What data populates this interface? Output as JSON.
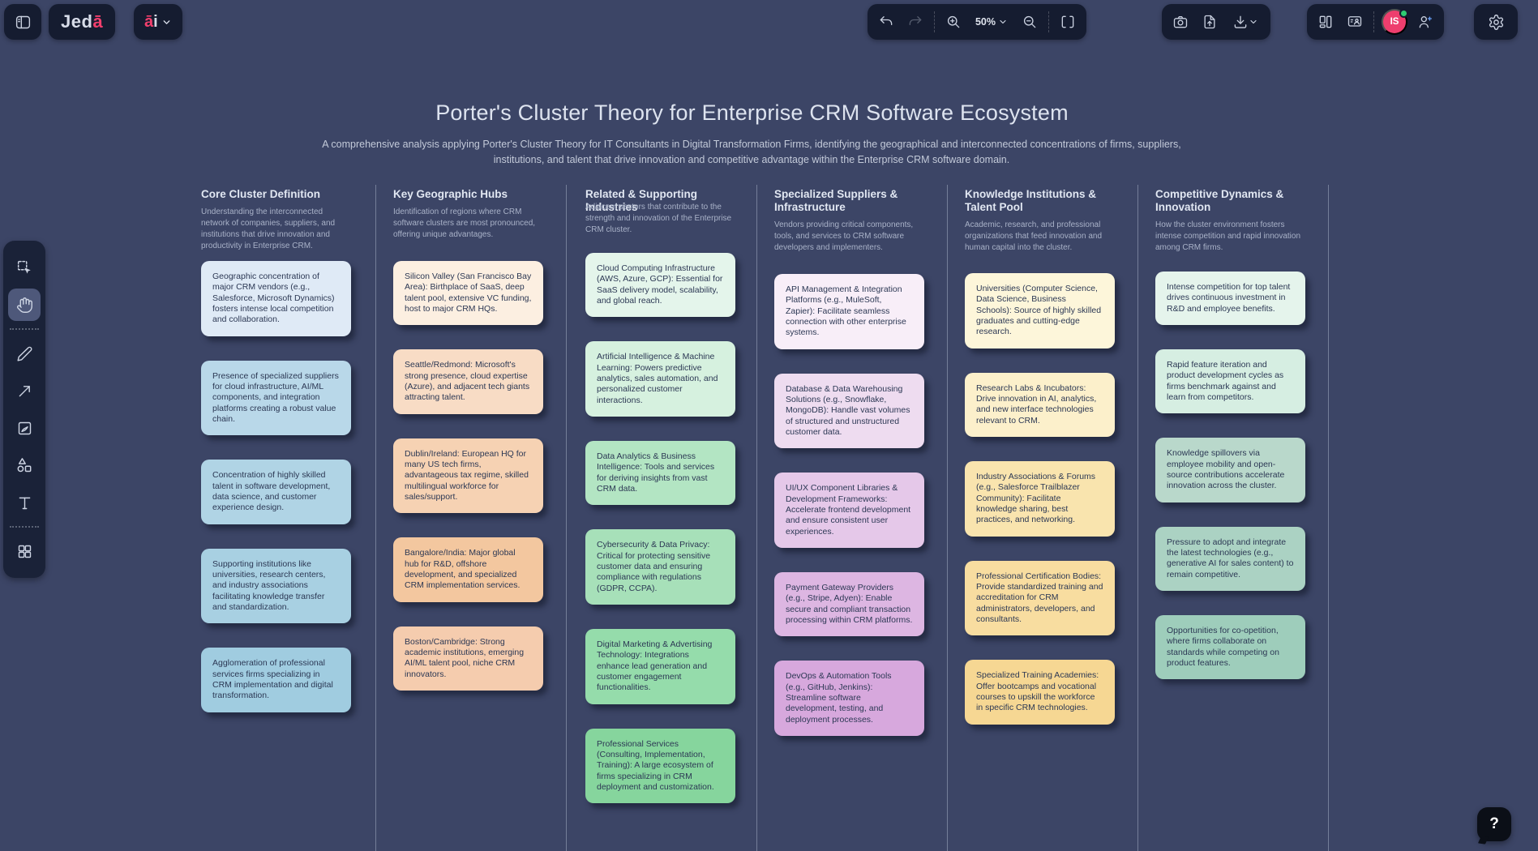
{
  "app": {
    "logo_main": "Jed",
    "logo_accent": "ā",
    "ai_accent": "ā",
    "ai_rest": "i"
  },
  "toolbar": {
    "zoom_level": "50%",
    "avatar_initials": "IS"
  },
  "help": {
    "label": "?"
  },
  "colors": {
    "canvas_bg": "#3c4566",
    "panel_bg": "#151c30",
    "accent_pink": "#f23f6d",
    "avatar_bg": "#ee3e6e",
    "online_dot": "#2ecc71"
  },
  "board": {
    "title": "Porter's Cluster Theory for Enterprise CRM Software Ecosystem",
    "subtitle": "A comprehensive analysis applying Porter's Cluster Theory for IT Consultants in Digital Transformation Firms, identifying the geographical and interconnected concentrations of firms, suppliers, institutions, and talent that drive innovation and competitive advantage within the Enterprise CRM software domain.",
    "columns": [
      {
        "title": "Core Cluster Definition",
        "description": "Understanding the interconnected network of companies, suppliers, and institutions that drive innovation and productivity in Enterprise CRM.",
        "notes": [
          {
            "text": "Geographic concentration of major CRM vendors (e.g., Salesforce, Microsoft Dynamics) fosters intense local competition and collaboration.",
            "color": "#dfeaf6"
          },
          {
            "text": "Presence of specialized suppliers for cloud infrastructure, AI/ML components, and integration platforms creating a robust value chain.",
            "color": "#b9d8e9"
          },
          {
            "text": "Concentration of highly skilled talent in software development, data science, and customer experience design.",
            "color": "#b0d4e5"
          },
          {
            "text": "Supporting institutions like universities, research centers, and industry associations facilitating knowledge transfer and standardization.",
            "color": "#a8d0e2"
          },
          {
            "text": "Agglomeration of professional services firms specializing in CRM implementation and digital transformation.",
            "color": "#a0cce0"
          }
        ]
      },
      {
        "title": "Key Geographic Hubs",
        "description": "Identification of regions where CRM software clusters are most pronounced, offering unique advantages.",
        "notes": [
          {
            "text": "Silicon Valley (San Francisco Bay Area): Birthplace of SaaS, deep talent pool, extensive VC funding, host to major CRM HQs.",
            "color": "#fcefe1"
          },
          {
            "text": "Seattle/Redmond: Microsoft's strong presence, cloud expertise (Azure), and adjacent tech giants attracting talent.",
            "color": "#f8dcc5"
          },
          {
            "text": "Dublin/Ireland: European HQ for many US tech firms, advantageous tax regime, skilled multilingual workforce for sales/support.",
            "color": "#f6d2b3"
          },
          {
            "text": "Bangalore/India: Major global hub for R&D, offshore development, and specialized CRM implementation services.",
            "color": "#f3c79f"
          },
          {
            "text": "Boston/Cambridge: Strong academic institutions, emerging AI/ML talent pool, niche CRM innovators.",
            "color": "#f5ccae"
          }
        ]
      },
      {
        "title": "Related & Supporting Industries",
        "description": "Adjacent sectors that contribute to the strength and innovation of the Enterprise CRM cluster.",
        "notes": [
          {
            "text": "Cloud Computing Infrastructure (AWS, Azure, GCP): Essential for SaaS delivery model, scalability, and global reach.",
            "color": "#e4f5eb"
          },
          {
            "text": "Artificial Intelligence & Machine Learning: Powers predictive analytics, sales automation, and personalized customer interactions.",
            "color": "#d6f1df"
          },
          {
            "text": "Data Analytics & Business Intelligence: Tools and services for deriving insights from vast CRM data.",
            "color": "#b3e5c3"
          },
          {
            "text": "Cybersecurity & Data Privacy: Critical for protecting sensitive customer data and ensuring compliance with regulations (GDPR, CCPA).",
            "color": "#a7e0b9"
          },
          {
            "text": "Digital Marketing & Advertising Technology: Integrations enhance lead generation and customer engagement functionalities.",
            "color": "#95dcab"
          },
          {
            "text": "Professional Services (Consulting, Implementation, Training): A large ecosystem of firms specializing in CRM deployment and customization.",
            "color": "#86d59d"
          }
        ]
      },
      {
        "title": "Specialized Suppliers & Infrastructure",
        "description": "Vendors providing critical components, tools, and services to CRM software developers and implementers.",
        "notes": [
          {
            "text": "API Management & Integration Platforms (e.g., MuleSoft, Zapier): Facilitate seamless connection with other enterprise systems.",
            "color": "#f8eef8"
          },
          {
            "text": "Database & Data Warehousing Solutions (e.g., Snowflake, MongoDB): Handle vast volumes of structured and unstructured customer data.",
            "color": "#eedcf0"
          },
          {
            "text": "UI/UX Component Libraries & Development Frameworks: Accelerate frontend development and ensure consistent user experiences.",
            "color": "#e5c8e9"
          },
          {
            "text": "Payment Gateway Providers (e.g., Stripe, Adyen): Enable secure and compliant transaction processing within CRM platforms.",
            "color": "#ddb6e2"
          },
          {
            "text": "DevOps & Automation Tools (e.g., GitHub, Jenkins): Streamline software development, testing, and deployment processes.",
            "color": "#d7a8dd"
          }
        ]
      },
      {
        "title": "Knowledge Institutions & Talent Pool",
        "description": "Academic, research, and professional organizations that feed innovation and human capital into the cluster.",
        "notes": [
          {
            "text": "Universities (Computer Science, Data Science, Business Schools): Source of highly skilled graduates and cutting-edge research.",
            "color": "#fdf6da"
          },
          {
            "text": "Research Labs & Incubators: Drive innovation in AI, analytics, and new interface technologies relevant to CRM.",
            "color": "#fcf0cb"
          },
          {
            "text": "Industry Associations & Forums (e.g., Salesforce Trailblazer Community): Facilitate knowledge sharing, best practices, and networking.",
            "color": "#f9e4ae"
          },
          {
            "text": "Professional Certification Bodies: Provide standardized training and accreditation for CRM administrators, developers, and consultants.",
            "color": "#f8dda0"
          },
          {
            "text": "Specialized Training Academies: Offer bootcamps and vocational courses to upskill the workforce in specific CRM technologies.",
            "color": "#f6d793"
          }
        ]
      },
      {
        "title": "Competitive Dynamics & Innovation",
        "description": "How the cluster environment fosters intense competition and rapid innovation among CRM firms.",
        "notes": [
          {
            "text": "Intense competition for top talent drives continuous investment in R&D and employee benefits.",
            "color": "#e5f4ec"
          },
          {
            "text": "Rapid feature iteration and product development cycles as firms benchmark against and learn from competitors.",
            "color": "#d6eee2"
          },
          {
            "text": "Knowledge spillovers via employee mobility and open-source contributions accelerate innovation across the cluster.",
            "color": "#b9d8cb"
          },
          {
            "text": "Pressure to adopt and integrate the latest technologies (e.g., generative AI for sales content) to remain competitive.",
            "color": "#abd2c3"
          },
          {
            "text": "Opportunities for co-opetition, where firms collaborate on standards while competing on product features.",
            "color": "#9ecdbb"
          }
        ]
      }
    ]
  }
}
